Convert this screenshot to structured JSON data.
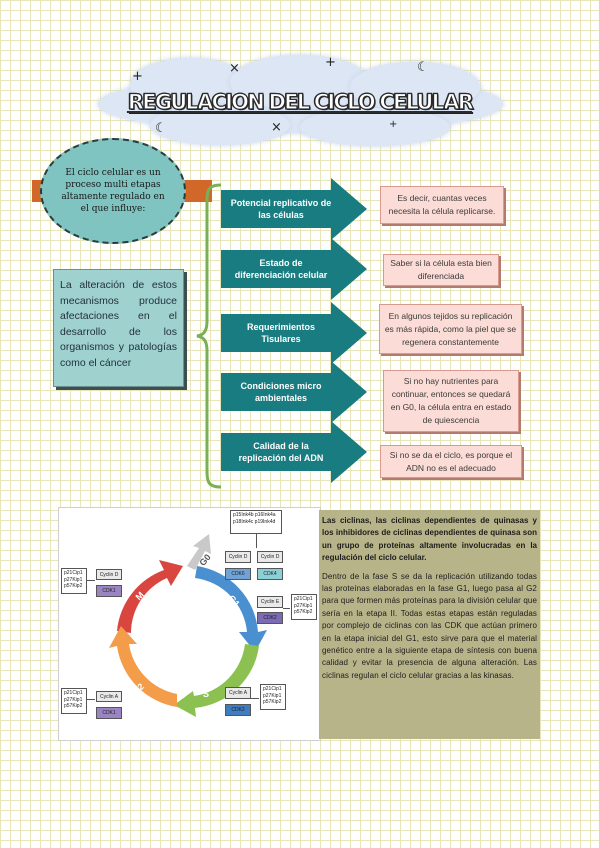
{
  "title": "REGULACION DEL CICLO CELULAR",
  "oval_text": "El ciclo celular es un proceso multi etapas altamente regulado en el que influye:",
  "left_box_text": "La alteración de estos mecanismos produce afectaciones en el desarrollo de los organismos y patologías como el cáncer",
  "factors": [
    {
      "label": "Potencial replicativo de las células",
      "note": "Es decir, cuantas veces necesita la célula replicarse."
    },
    {
      "label": "Estado de diferenciación celular",
      "note": "Saber si la célula esta bien diferenciada"
    },
    {
      "label": "Requerimientos Tisulares",
      "note": "En algunos tejidos su replicación es más rápida, como la piel que se regenera constantemente"
    },
    {
      "label": "Condiciones micro ambientales",
      "note": "Si no hay nutrientes para continuar, entonces se quedará en G0, la célula entra en estado de quiescencia"
    },
    {
      "label": "Calidad de la replicación del ADN",
      "note": "Si no se da el ciclo, es porque el ADN no es el adecuado"
    }
  ],
  "diagram": {
    "phases": {
      "g0": "G0",
      "g1": "G1",
      "s": "S",
      "g2": "G2",
      "m": "M"
    },
    "inhibitors": {
      "top": "p15Ink4b  p16Ink4a\np18Ink4c  p19Ink4d",
      "left_top": "p21Cip1\np27Kip1\np57Kip2",
      "left_bottom": "p21Cip1\np27Kip1\np57Kip2",
      "right_mid": "p21Cip1\np27Kip1\np57Kip2",
      "right_bottom": "p21Cip1\np27Kip1\np57Kip2"
    },
    "cyclins": {
      "cyclin_d_left": "Cyclin D",
      "cdk1_left": "CDK1",
      "cyclin_d_top": "Cyclin D",
      "cdk6": "CDK6",
      "cyclin_d_top2": "Cyclin D",
      "cdk4": "CDK4",
      "cyclin_e": "Cyclin E",
      "cdk2_mid": "CDK2",
      "cyclin_a_right": "Cyclin A",
      "cdk2_bottom": "CDK2",
      "cyclin_a_left": "Cyclin A",
      "cdk1_bottom": "CDK1"
    },
    "colors": {
      "g0": "#c9c9c9",
      "g1": "#4a8fd0",
      "s": "#8cc152",
      "g2": "#f39c4a",
      "m": "#d9453f"
    }
  },
  "text_block": {
    "p1": "Las ciclinas, las ciclinas dependientes de quinasas y los inhibidores de ciclinas dependientes de quinasa son un grupo de proteínas altamente involucradas en la regulación del ciclo celular.",
    "p2": "Dentro de la fase S se da la replicación utilizando todas las proteínas elaboradas en la fase G1, luego pasa al G2 para que formen más proteínas para la división celular que sería en la etapa II. Todas estas etapas están reguladas por complejo de ciclinas con las CDK que actúan primero en la etapa inicial del G1, esto sirve para que el material genético entre a la siguiente etapa de síntesis con buena calidad y evitar la presencia de alguna alteración. Las ciclinas regulan el ciclo celular gracias a las kinasas."
  },
  "colors": {
    "arrow": "#197c80",
    "note_bg": "#fcdcd6",
    "oval": "#7fc4c1",
    "oval_bar": "#d2672a",
    "brace": "#7ab055"
  }
}
